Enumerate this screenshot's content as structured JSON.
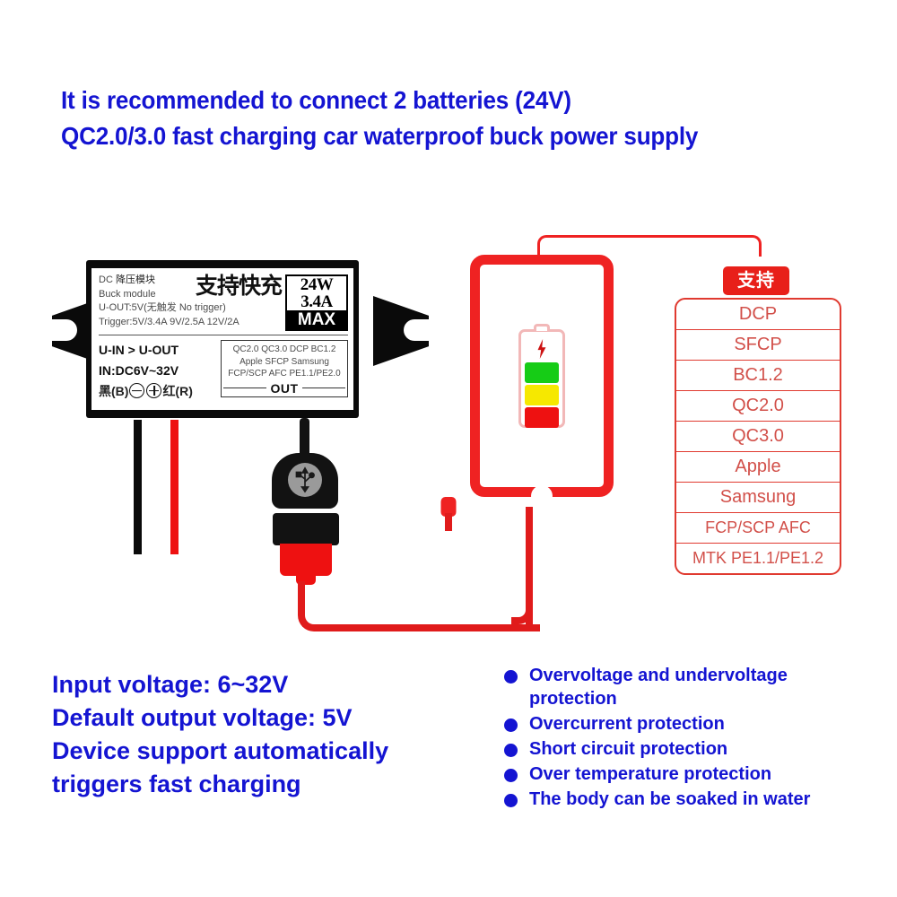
{
  "headline": {
    "line1": "It is recommended to connect 2 batteries (24V)",
    "line2": "QC2.0/3.0 fast charging car waterproof buck power supply"
  },
  "module": {
    "label_line1_en": "DC",
    "label_line1_cn": "降压模块",
    "label_line2": "Buck module",
    "label_line3": "U-OUT:5V(无触发 No trigger)",
    "label_line4": "Trigger:5V/3.4A  9V/2.5A 12V/2A",
    "fast_charge_cn": "支持快充",
    "badge_watt": "24W",
    "badge_amp": "3.4A",
    "badge_max": "MAX",
    "in_out_rule": "U-IN > U-OUT",
    "input_range": "IN:DC6V~32V",
    "polarity_black": "黑(B)",
    "polarity_red": "红(R)",
    "out_protocols_line1": "QC2.0  QC3.0  DCP  BC1.2",
    "out_protocols_line2": "Apple   SFCP   Samsung",
    "out_protocols_line3": "FCP/SCP AFC   PE1.1/PE2.0",
    "out_label": "OUT"
  },
  "protocols": {
    "tab_label": "支持",
    "items": [
      {
        "label": "DCP"
      },
      {
        "label": "SFCP"
      },
      {
        "label": "BC1.2"
      },
      {
        "label": "QC2.0"
      },
      {
        "label": "QC3.0"
      },
      {
        "label": "Apple"
      },
      {
        "label": "Samsung"
      },
      {
        "label": "FCP/SCP AFC"
      },
      {
        "label": "MTK PE1.1/PE1.2"
      }
    ]
  },
  "specs": {
    "line1": "Input voltage: 6~32V",
    "line2": "Default output voltage: 5V",
    "line3": "Device support automatically",
    "line4": "triggers fast charging"
  },
  "features": [
    {
      "label": "Overvoltage and undervoltage protection"
    },
    {
      "label": "Overcurrent protection"
    },
    {
      "label": "Short circuit protection"
    },
    {
      "label": "Over temperature protection"
    },
    {
      "label": "The body can be soaked in water"
    }
  ],
  "colors": {
    "blue_text": "#1414d2",
    "red_accent": "#e8201a",
    "phone_red": "#ef2222",
    "battery_green": "#16cc16",
    "battery_yellow": "#f6e800",
    "battery_red": "#ee1111"
  }
}
